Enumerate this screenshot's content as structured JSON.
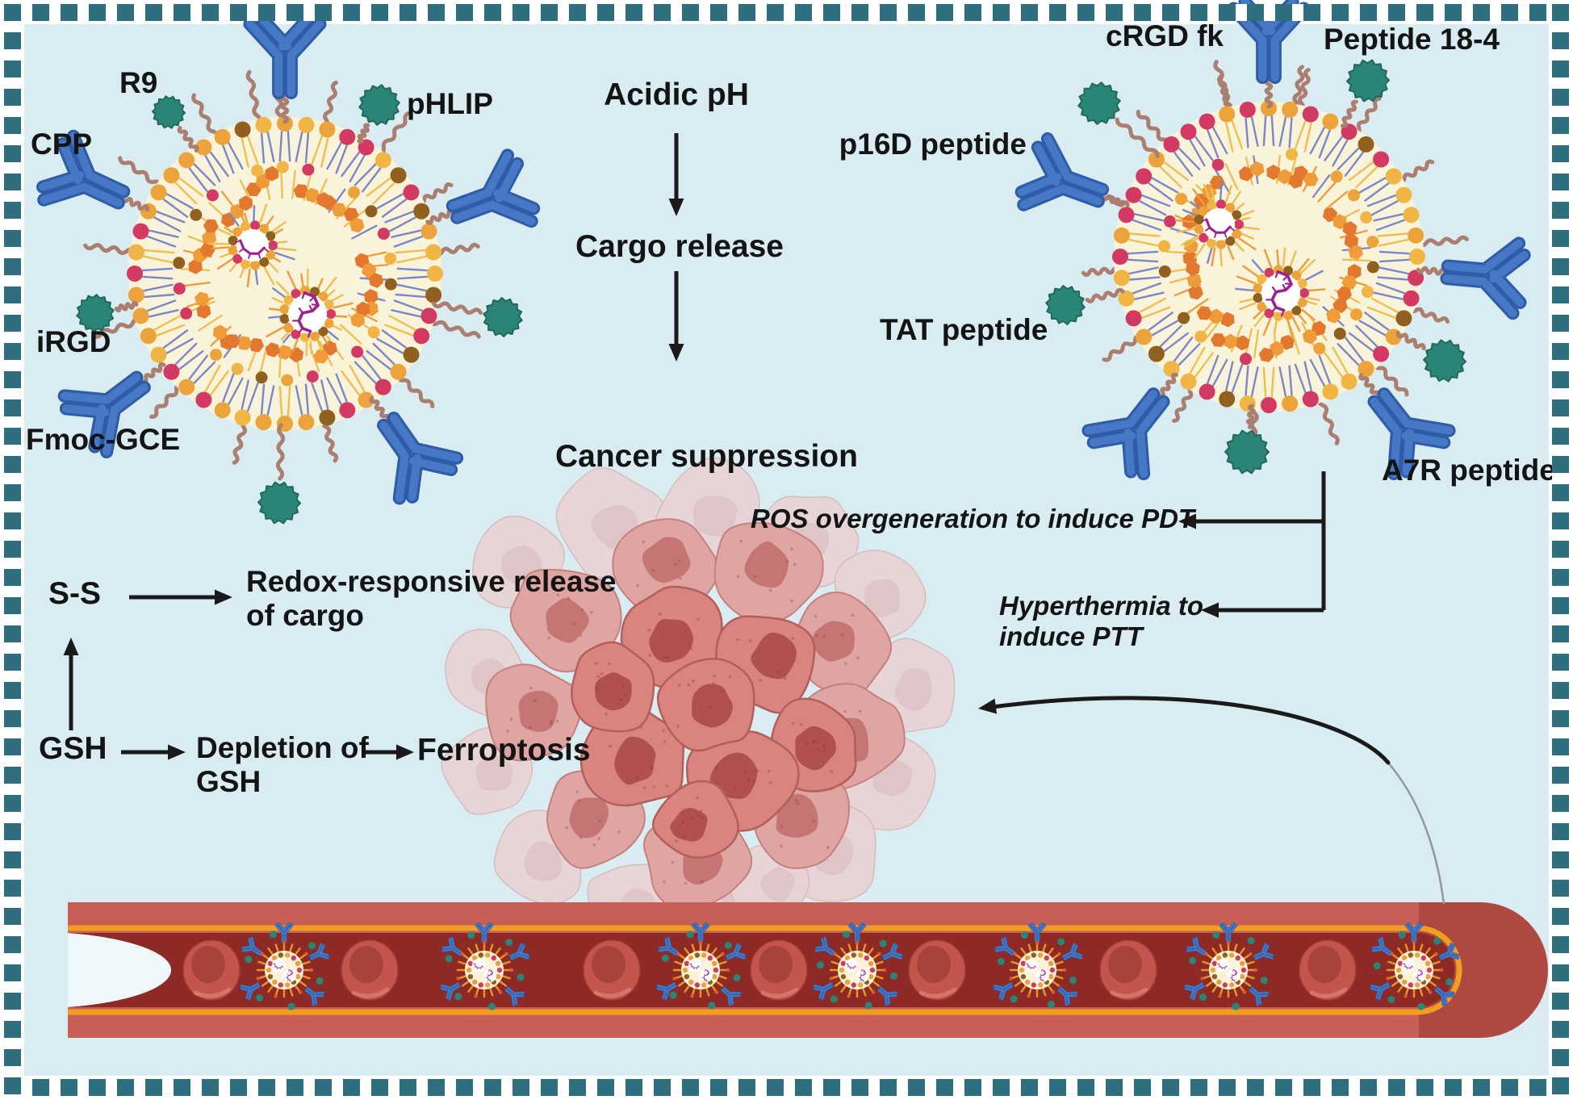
{
  "figure": {
    "type": "nanoparticle cancer-therapy mechanism diagram"
  },
  "left_nanoparticle": {
    "labels": {
      "r9": "R9",
      "cpp": "CPP",
      "phlip": "pHLIP",
      "irgd": "iRGD",
      "fmoc_gce": "Fmoc-GCE"
    }
  },
  "right_nanoparticle": {
    "labels": {
      "crgd_fk": "cRGD fk",
      "peptide_18_4": "Peptide 18-4",
      "p16d": "p16D peptide",
      "tat": "TAT peptide",
      "a7r": "A7R peptide"
    }
  },
  "ph_cascade": {
    "step1": "Acidic pH",
    "step2": "Cargo release",
    "step3": "Cancer suppression"
  },
  "redox_cascade": {
    "ss": "S-S",
    "redox_line1": "Redox-responsive release",
    "redox_line2": "of cargo",
    "gsh": "GSH",
    "depletion_line1": "Depletion of",
    "depletion_line2": "GSH",
    "ferroptosis": "Ferroptosis"
  },
  "therapy_callouts": {
    "ros": "ROS overgeneration to induce PDT",
    "hyperthermia_line1": "Hyperthermia to",
    "hyperthermia_line2": "induce PTT"
  },
  "colors": {
    "background": "#d9ecf2",
    "border_teal": "#2e6e7e",
    "text": "#141414",
    "arrow_black": "#1a1a1a",
    "micelle_body": "#f9f3da",
    "lipid_orange": "#eca33b",
    "lipid_crimson": "#d23a64",
    "lipid_brown": "#90601f",
    "lipid_yellow": "#f0b544",
    "hex_orange": "#e2772e",
    "hex_light": "#ef9b3a",
    "tail_blue": "#7d86c6",
    "tail_yellow": "#eebf4e",
    "peg_brown": "#ab7f70",
    "antibody_blue": "#4678c5",
    "antibody_dark": "#2f5ca6",
    "peptide_teal": "#2b8576",
    "peptide_teal_dark": "#20685c",
    "rna_purple": "#9c2190",
    "tumor_outer": "#e9d3d4",
    "tumor_outer_stroke": "#d6b9bb",
    "tumor_mid": "#dfa5a3",
    "tumor_mid_stroke": "#c5807e",
    "tumor_core": "#da8480",
    "tumor_core_stroke": "#b25e5c",
    "tumor_nucleus": "#b0514f",
    "tumor_nucleus_mid": "#c57573",
    "vessel_wall": "#c75f57",
    "vessel_cap": "#b04842",
    "vessel_lumen": "#8e2a25",
    "vessel_line_orange": "#f09d20",
    "vessel_opening": "#eef8fa",
    "rbc": "#c4554c",
    "rbc_dark": "#a8433c",
    "rbc_light": "#d4756b"
  }
}
